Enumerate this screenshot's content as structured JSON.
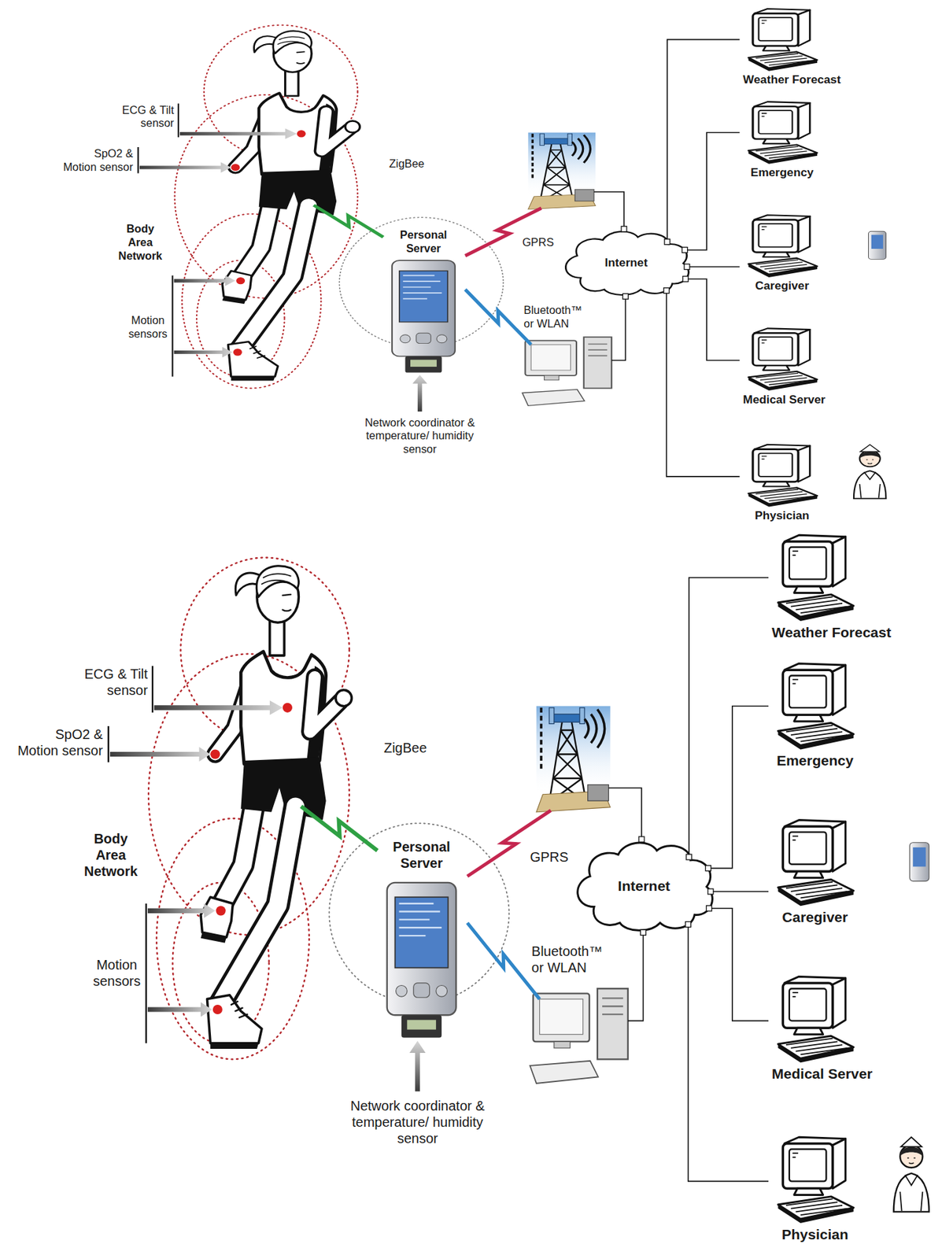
{
  "diagram": {
    "nodes": [
      {
        "text": [
          "Personal Server"
        ]
      },
      {
        "text": [
          "Internet"
        ]
      },
      {
        "text": [
          "Weather Forecast"
        ]
      },
      {
        "text": [
          "Emergency"
        ]
      },
      {
        "text": [
          "Caregiver"
        ]
      },
      {
        "text": [
          "Medical Server"
        ]
      },
      {
        "text": [
          "Physician"
        ]
      },
      {
        "text": [
          "Personal Server"
        ]
      },
      {
        "text": [
          "Internet"
        ]
      },
      {
        "text": [
          "Weather Forecast"
        ]
      },
      {
        "text": [
          "Emergency"
        ]
      },
      {
        "text": [
          "Caregiver"
        ]
      },
      {
        "text": [
          "Medical Server"
        ]
      },
      {
        "text": [
          "Physician"
        ]
      }
    ],
    "edges": [
      {
        "from": 0,
        "to": 1,
        "label": "GPRS",
        "arrow": "none"
      },
      {
        "from": 0,
        "to": 1,
        "label": "Bluetooth™ or WLAN",
        "arrow": "none"
      },
      {
        "from": 1,
        "to": 2,
        "arrow": "none"
      },
      {
        "from": 1,
        "to": 3,
        "arrow": "none"
      },
      {
        "from": 1,
        "to": 4,
        "arrow": "none"
      },
      {
        "from": 1,
        "to": 5,
        "arrow": "none"
      },
      {
        "from": 1,
        "to": 6,
        "arrow": "none"
      },
      {
        "from": 7,
        "to": 8,
        "label": "GPRS",
        "arrow": "none"
      },
      {
        "from": 7,
        "to": 8,
        "label": "Bluetooth™ or WLAN",
        "arrow": "none"
      },
      {
        "from": 8,
        "to": 9,
        "arrow": "none"
      },
      {
        "from": 8,
        "to": 10,
        "arrow": "none"
      },
      {
        "from": 8,
        "to": 11,
        "arrow": "none"
      },
      {
        "from": 8,
        "to": 12,
        "arrow": "none"
      },
      {
        "from": 8,
        "to": 13,
        "arrow": "none"
      }
    ],
    "labels": [
      "ECG & Tilt sensor",
      "SpO2 & Motion sensor",
      "Body Area Network",
      "Motion sensors",
      "ZigBee",
      "Network coordinator & temperature/ humidity sensor",
      "ECG & Tilt sensor",
      "SpO2 & Motion sensor",
      "Body Area Network",
      "Motion sensors",
      "ZigBee",
      "Network coordinator & temperature/ humidity sensor"
    ]
  }
}
